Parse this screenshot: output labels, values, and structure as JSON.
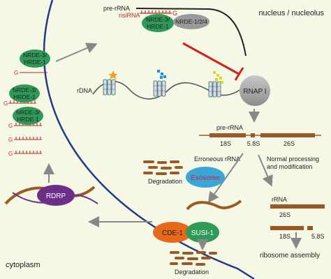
{
  "labels": {
    "nucleus": "nucleus / nucleolus",
    "cytoplasm": "cytoplasm",
    "pre_rrna_top": "pre-rRNA",
    "risirna": "risiRNA",
    "g_marker": "G",
    "complex_nrde3": "NRDE-3/",
    "complex_hrde1": "HRDE-1",
    "nrde124": "NRDE-1/2/4",
    "rdna": "rDNA",
    "rnap": "RNAP I",
    "pre_rrna_mid": "pre-rRNA",
    "s18": "18S",
    "s58": "5.8S",
    "s26": "26S",
    "erroneous": "Erroneous rRNA",
    "normal1": "Normal processing",
    "normal2": "and modification",
    "degradation_top": "Degradation",
    "exosome": "Exosome",
    "rrna": "rRNA",
    "s26b": "26S",
    "s18b": "18S",
    "s58b": "5.8S",
    "rdrp": "RDRP",
    "cde1": "CDE-1",
    "susi1": "SUSI-1",
    "degradation_bottom": "Degradation",
    "ribosome": "ribosome assembly"
  },
  "colors": {
    "background": "#f4f8e4",
    "membrane": "#233a8c",
    "rna": "#9a5a28",
    "risi": "#c0282a",
    "green_protein": "#2f9a57",
    "gray_protein": "#9a9a9a",
    "exosome": "#3aa6d8",
    "exosome_text": "#d0203a",
    "rdrp": "#6b2f8a",
    "cde1": "#e8681a",
    "susi1": "#2f9a57",
    "arrow": "#888888",
    "inhibition": "#d42020"
  },
  "icons": [
    "histone-octamer-icon",
    "methyl-mark-icon",
    "star-mark-icon"
  ]
}
